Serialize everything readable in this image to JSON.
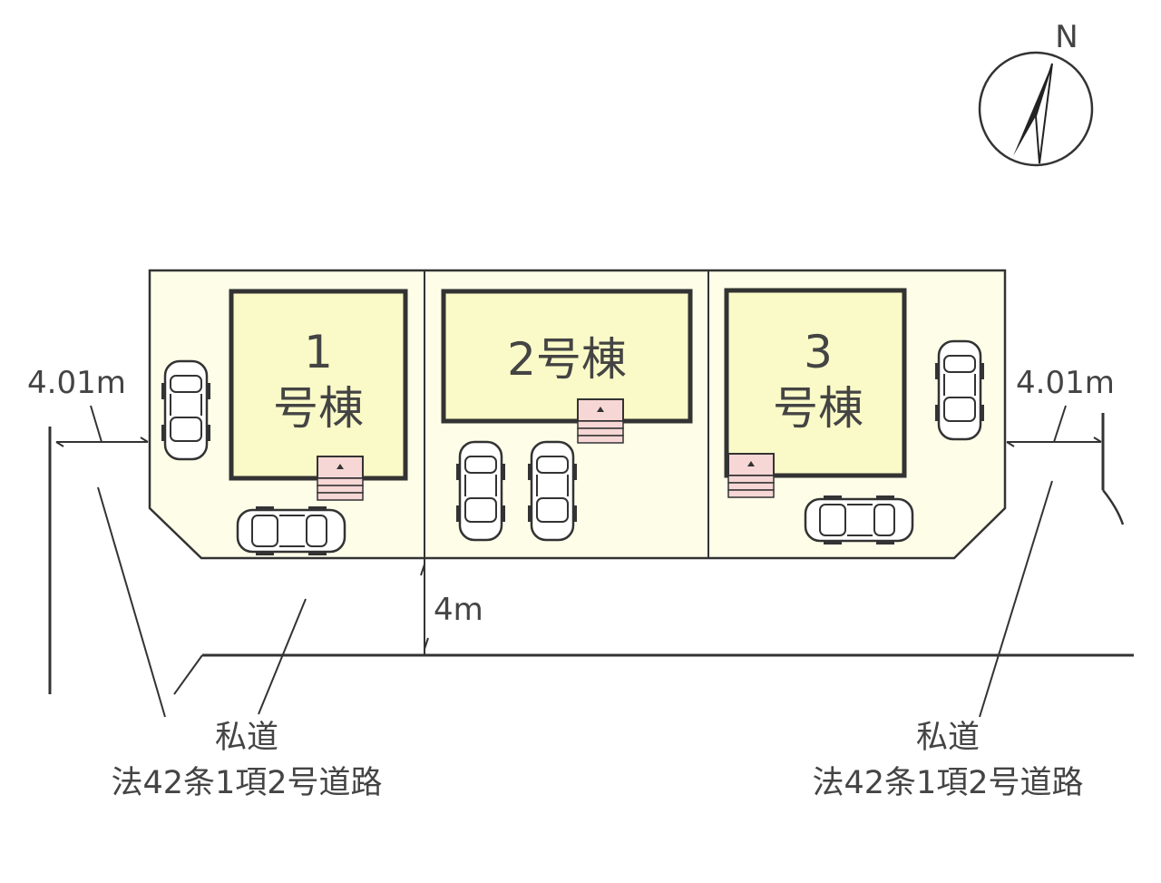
{
  "compass": {
    "north_label": "N"
  },
  "buildings": [
    {
      "number": "1",
      "suffix": "号棟"
    },
    {
      "label": "2号棟"
    },
    {
      "number": "3",
      "suffix": "号棟"
    }
  ],
  "dimensions": {
    "left_road_width": "4.01m",
    "right_road_width": "4.01m",
    "front_road_width": "4m"
  },
  "roads": {
    "left": {
      "line1": "私道",
      "line2": "法42条1項2号道路"
    },
    "right": {
      "line1": "私道",
      "line2": "法42条1項2号道路"
    }
  },
  "colors": {
    "lot_fill": "#fdfde8",
    "building_fill": "#fafac8",
    "entrance_fill": "#f7d6d6",
    "line": "#333333",
    "text": "#444444"
  }
}
